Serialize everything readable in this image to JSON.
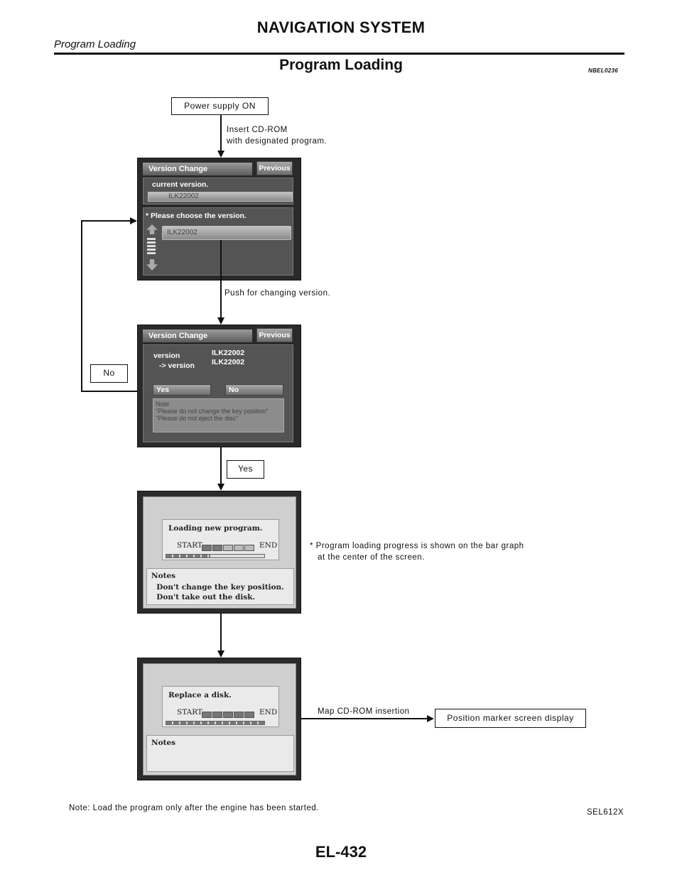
{
  "header": {
    "title": "NAVIGATION SYSTEM",
    "subtitle": "Program Loading"
  },
  "section": {
    "title": "Program Loading",
    "code": "NBEL0236"
  },
  "flow": {
    "power_box": "Power supply ON",
    "insert_note": "Insert CD-ROM\nwith designated program.",
    "push_note": "Push for changing version.",
    "no_box": "No",
    "yes_box": "Yes",
    "progress_note": "* Program loading progress is shown on the bar graph\n   at the center of the screen.",
    "map_note": "Map CD-ROM insertion",
    "final_box": "Position marker screen display"
  },
  "screen1": {
    "title": "Version Change",
    "button": "Previous",
    "current_label": "current version.",
    "current_value": "ILK22002",
    "choose_label": "* Please choose the version.",
    "choose_value": "ILK22002"
  },
  "screen2": {
    "title": "Version Change",
    "button": "Previous",
    "version_label": "version",
    "version_value": "ILK22002",
    "to_label": "-> version",
    "to_value": "ILK22002",
    "yes_button": "Yes",
    "no_button": "No",
    "note_title": "Note",
    "note_line1": "\"Please do not change the key position\"",
    "note_line2": "\"Please do not eject the disc\""
  },
  "screen3": {
    "message": "Loading new program.",
    "start": "START",
    "end": "END",
    "progress": 0.45,
    "notes_title": "Notes",
    "notes_line1": "  Don't change the key position.",
    "notes_line2": "  Don't take out the disk."
  },
  "screen4": {
    "message": "Replace a disk.",
    "start": "START",
    "end": "END",
    "progress": 1.0,
    "notes_title": "Notes"
  },
  "footer": {
    "note": "Note: Load the program only after the engine has been started.",
    "figure_code": "SEL612X",
    "page": "EL-432"
  }
}
